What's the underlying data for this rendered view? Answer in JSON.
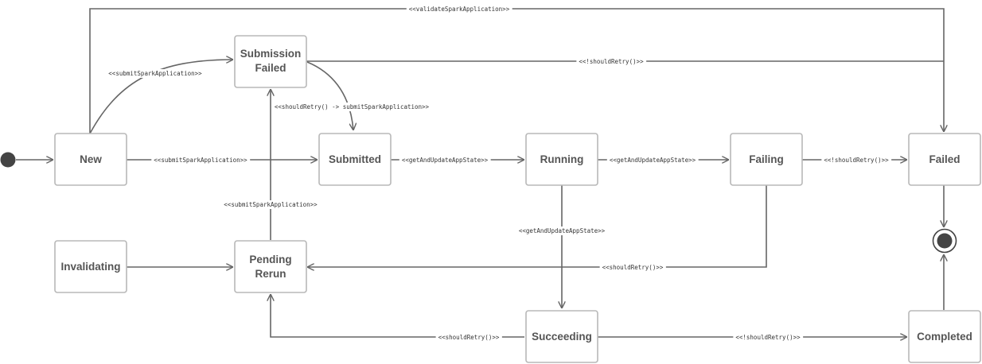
{
  "states": {
    "new": "New",
    "submission_failed_1": "Submission",
    "submission_failed_2": "Failed",
    "submitted": "Submitted",
    "running": "Running",
    "failing": "Failing",
    "failed": "Failed",
    "invalidating": "Invalidating",
    "pending_rerun_1": "Pending",
    "pending_rerun_2": "Rerun",
    "succeeding": "Succeeding",
    "completed": "Completed"
  },
  "transitions": {
    "validate": "<<validateSparkApplication>>",
    "new_to_subfailed": "<<submitSparkApplication>>",
    "subfailed_to_failed": "<<!shouldRetry()>>",
    "subfailed_to_submitted": "<<shouldRetry() -> submitSparkApplication>>",
    "new_to_submitted": "<<submitSparkApplication>>",
    "submitted_to_running": "<<getAndUpdateAppState>>",
    "running_to_failing": "<<getAndUpdateAppState>>",
    "failing_to_failed": "<<!shouldRetry()>>",
    "pending_to_subfailed": "<<submitSparkApplication>>",
    "running_to_succeeding": "<<getAndUpdateAppState>>",
    "failing_to_pending": "<<shouldRetry()>>",
    "succeeding_to_pending": "<<shouldRetry()>>",
    "succeeding_to_completed": "<<!shouldRetry()>>"
  },
  "colors": {
    "edge": "#666666",
    "state_border": "#b8b8b8",
    "state_text": "#555555",
    "marker": "#444444"
  }
}
